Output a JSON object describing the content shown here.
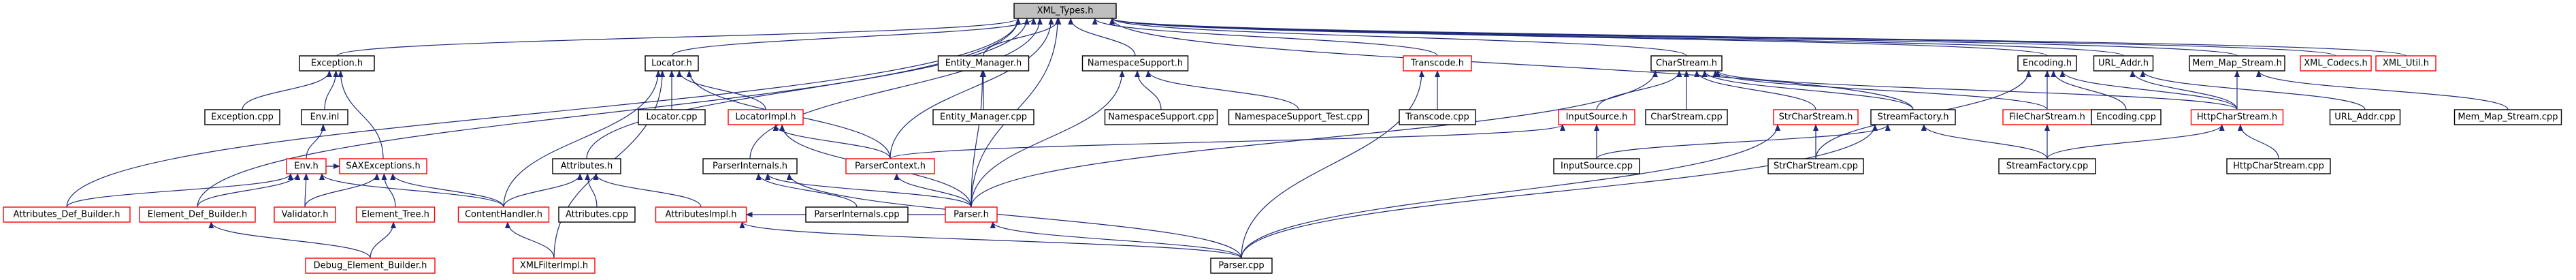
{
  "colors": {
    "background": "#ffffff",
    "edge": "#1e2a78",
    "box_normal": "#000000",
    "box_red": "#ff0000",
    "root_fill": "#bfbfbf",
    "text": "#000000"
  },
  "nodes": [
    {
      "id": "xml_types_h",
      "label": "XML_Types.h",
      "style": "root"
    },
    {
      "id": "exception_h",
      "label": "Exception.h",
      "style": "normal"
    },
    {
      "id": "locator_h",
      "label": "Locator.h",
      "style": "normal"
    },
    {
      "id": "entity_manager_h",
      "label": "Entity_Manager.h",
      "style": "normal"
    },
    {
      "id": "namespacesupport_h",
      "label": "NamespaceSupport.h",
      "style": "normal"
    },
    {
      "id": "transcode_h",
      "label": "Transcode.h",
      "style": "red"
    },
    {
      "id": "charstream_h",
      "label": "CharStream.h",
      "style": "normal"
    },
    {
      "id": "encoding_h",
      "label": "Encoding.h",
      "style": "normal"
    },
    {
      "id": "url_addr_h",
      "label": "URL_Addr.h",
      "style": "normal"
    },
    {
      "id": "mem_map_stream_h",
      "label": "Mem_Map_Stream.h",
      "style": "normal"
    },
    {
      "id": "xml_codecs_h",
      "label": "XML_Codecs.h",
      "style": "red"
    },
    {
      "id": "xml_util_h",
      "label": "XML_Util.h",
      "style": "red"
    },
    {
      "id": "exception_cpp",
      "label": "Exception.cpp",
      "style": "normal"
    },
    {
      "id": "env_inl",
      "label": "Env.inl",
      "style": "normal"
    },
    {
      "id": "env_h",
      "label": "Env.h",
      "style": "red"
    },
    {
      "id": "saxexceptions_h",
      "label": "SAXExceptions.h",
      "style": "red"
    },
    {
      "id": "locator_cpp",
      "label": "Locator.cpp",
      "style": "normal"
    },
    {
      "id": "locatorimpl_h",
      "label": "LocatorImpl.h",
      "style": "red"
    },
    {
      "id": "entity_manager_cpp",
      "label": "Entity_Manager.cpp",
      "style": "normal"
    },
    {
      "id": "namespacesupport_cpp",
      "label": "NamespaceSupport.cpp",
      "style": "normal"
    },
    {
      "id": "namespacesupport_test_cpp",
      "label": "NamespaceSupport_Test.cpp",
      "style": "normal"
    },
    {
      "id": "transcode_cpp",
      "label": "Transcode.cpp",
      "style": "normal"
    },
    {
      "id": "inputsource_h",
      "label": "InputSource.h",
      "style": "red"
    },
    {
      "id": "charstream_cpp",
      "label": "CharStream.cpp",
      "style": "normal"
    },
    {
      "id": "strcharstream_h",
      "label": "StrCharStream.h",
      "style": "red"
    },
    {
      "id": "streamfactory_h",
      "label": "StreamFactory.h",
      "style": "normal"
    },
    {
      "id": "filecharstream_h",
      "label": "FileCharStream.h",
      "style": "red"
    },
    {
      "id": "encoding_cpp",
      "label": "Encoding.cpp",
      "style": "normal"
    },
    {
      "id": "httpcharstream_h",
      "label": "HttpCharStream.h",
      "style": "red"
    },
    {
      "id": "url_addr_cpp",
      "label": "URL_Addr.cpp",
      "style": "normal"
    },
    {
      "id": "mem_map_stream_cpp",
      "label": "Mem_Map_Stream.cpp",
      "style": "normal"
    },
    {
      "id": "attributes_h",
      "label": "Attributes.h",
      "style": "normal"
    },
    {
      "id": "parserinternals_h",
      "label": "ParserInternals.h",
      "style": "normal"
    },
    {
      "id": "parsercontext_h",
      "label": "ParserContext.h",
      "style": "red"
    },
    {
      "id": "inputsource_cpp",
      "label": "InputSource.cpp",
      "style": "normal"
    },
    {
      "id": "strcharstream_cpp",
      "label": "StrCharStream.cpp",
      "style": "normal"
    },
    {
      "id": "streamfactory_cpp",
      "label": "StreamFactory.cpp",
      "style": "normal"
    },
    {
      "id": "httpcharstream_cpp",
      "label": "HttpCharStream.cpp",
      "style": "normal"
    },
    {
      "id": "attributes_def_builder_h",
      "label": "Attributes_Def_Builder.h",
      "style": "red"
    },
    {
      "id": "element_def_builder_h",
      "label": "Element_Def_Builder.h",
      "style": "red"
    },
    {
      "id": "validator_h",
      "label": "Validator.h",
      "style": "red"
    },
    {
      "id": "element_tree_h",
      "label": "Element_Tree.h",
      "style": "red"
    },
    {
      "id": "contenthandler_h",
      "label": "ContentHandler.h",
      "style": "red"
    },
    {
      "id": "attributes_cpp",
      "label": "Attributes.cpp",
      "style": "normal"
    },
    {
      "id": "attributesimpl_h",
      "label": "AttributesImpl.h",
      "style": "red"
    },
    {
      "id": "parserinternals_cpp",
      "label": "ParserInternals.cpp",
      "style": "normal"
    },
    {
      "id": "parser_h",
      "label": "Parser.h",
      "style": "red"
    },
    {
      "id": "xmlfilterimpl_h",
      "label": "XMLFilterImpl.h",
      "style": "red"
    },
    {
      "id": "debug_element_builder_h",
      "label": "Debug_Element_Builder.h",
      "style": "red"
    },
    {
      "id": "parser_cpp",
      "label": "Parser.cpp",
      "style": "normal"
    }
  ],
  "edges": [
    [
      "exception_h",
      "xml_types_h"
    ],
    [
      "locator_h",
      "xml_types_h"
    ],
    [
      "entity_manager_h",
      "xml_types_h"
    ],
    [
      "namespacesupport_h",
      "xml_types_h"
    ],
    [
      "transcode_h",
      "xml_types_h"
    ],
    [
      "charstream_h",
      "xml_types_h"
    ],
    [
      "encoding_h",
      "xml_types_h"
    ],
    [
      "url_addr_h",
      "xml_types_h"
    ],
    [
      "mem_map_stream_h",
      "xml_types_h"
    ],
    [
      "xml_codecs_h",
      "xml_types_h"
    ],
    [
      "xml_util_h",
      "xml_types_h"
    ],
    [
      "attributes_h",
      "xml_types_h"
    ],
    [
      "parserinternals_h",
      "xml_types_h"
    ],
    [
      "parsercontext_h",
      "xml_types_h"
    ],
    [
      "streamfactory_h",
      "xml_types_h"
    ],
    [
      "attributes_def_builder_h",
      "xml_types_h"
    ],
    [
      "element_def_builder_h",
      "xml_types_h"
    ],
    [
      "parser_h",
      "xml_types_h"
    ],
    [
      "exception_cpp",
      "exception_h"
    ],
    [
      "env_inl",
      "exception_h"
    ],
    [
      "saxexceptions_h",
      "exception_h"
    ],
    [
      "env_h",
      "env_inl"
    ],
    [
      "env_h",
      "saxexceptions_h"
    ],
    [
      "attributes_def_builder_h",
      "env_h"
    ],
    [
      "element_def_builder_h",
      "env_h"
    ],
    [
      "validator_h",
      "env_h"
    ],
    [
      "contenthandler_h",
      "env_h"
    ],
    [
      "validator_h",
      "saxexceptions_h"
    ],
    [
      "element_tree_h",
      "saxexceptions_h"
    ],
    [
      "contenthandler_h",
      "saxexceptions_h"
    ],
    [
      "locator_cpp",
      "locator_h"
    ],
    [
      "locatorimpl_h",
      "locator_h"
    ],
    [
      "parsercontext_h",
      "locator_h"
    ],
    [
      "contenthandler_h",
      "locator_h"
    ],
    [
      "xmlfilterimpl_h",
      "locator_h"
    ],
    [
      "parsercontext_h",
      "locatorimpl_h"
    ],
    [
      "parser_h",
      "locatorimpl_h"
    ],
    [
      "entity_manager_cpp",
      "entity_manager_h"
    ],
    [
      "parser_h",
      "entity_manager_h"
    ],
    [
      "namespacesupport_cpp",
      "namespacesupport_h"
    ],
    [
      "namespacesupport_test_cpp",
      "namespacesupport_h"
    ],
    [
      "parser_h",
      "namespacesupport_h"
    ],
    [
      "transcode_cpp",
      "transcode_h"
    ],
    [
      "parser_cpp",
      "transcode_h"
    ],
    [
      "inputsource_h",
      "charstream_h"
    ],
    [
      "charstream_cpp",
      "charstream_h"
    ],
    [
      "strcharstream_h",
      "charstream_h"
    ],
    [
      "streamfactory_h",
      "charstream_h"
    ],
    [
      "filecharstream_h",
      "charstream_h"
    ],
    [
      "httpcharstream_h",
      "charstream_h"
    ],
    [
      "parser_h",
      "charstream_h"
    ],
    [
      "inputsource_cpp",
      "inputsource_h"
    ],
    [
      "parsercontext_h",
      "inputsource_h"
    ],
    [
      "strcharstream_cpp",
      "strcharstream_h"
    ],
    [
      "parser_cpp",
      "strcharstream_h"
    ],
    [
      "inputsource_cpp",
      "streamfactory_h"
    ],
    [
      "streamfactory_cpp",
      "streamfactory_h"
    ],
    [
      "parser_cpp",
      "streamfactory_h"
    ],
    [
      "filecharstream_h",
      "encoding_h"
    ],
    [
      "encoding_cpp",
      "encoding_h"
    ],
    [
      "httpcharstream_h",
      "encoding_h"
    ],
    [
      "strcharstream_cpp",
      "encoding_h"
    ],
    [
      "streamfactory_cpp",
      "filecharstream_h"
    ],
    [
      "url_addr_cpp",
      "url_addr_h"
    ],
    [
      "httpcharstream_h",
      "url_addr_h"
    ],
    [
      "mem_map_stream_cpp",
      "mem_map_stream_h"
    ],
    [
      "httpcharstream_h",
      "mem_map_stream_h"
    ],
    [
      "streamfactory_cpp",
      "httpcharstream_h"
    ],
    [
      "httpcharstream_cpp",
      "httpcharstream_h"
    ],
    [
      "contenthandler_h",
      "attributes_h"
    ],
    [
      "attributes_cpp",
      "attributes_h"
    ],
    [
      "attributesimpl_h",
      "attributes_h"
    ],
    [
      "parserinternals_cpp",
      "parserinternals_h"
    ],
    [
      "parser_h",
      "parserinternals_h"
    ],
    [
      "parser_cpp",
      "parserinternals_h"
    ],
    [
      "parser_h",
      "parsercontext_h"
    ],
    [
      "parser_h",
      "attributesimpl_h"
    ],
    [
      "parser_cpp",
      "attributesimpl_h"
    ],
    [
      "xmlfilterimpl_h",
      "contenthandler_h"
    ],
    [
      "debug_element_builder_h",
      "element_def_builder_h"
    ],
    [
      "debug_element_builder_h",
      "element_tree_h"
    ],
    [
      "parser_cpp",
      "parser_h"
    ]
  ]
}
